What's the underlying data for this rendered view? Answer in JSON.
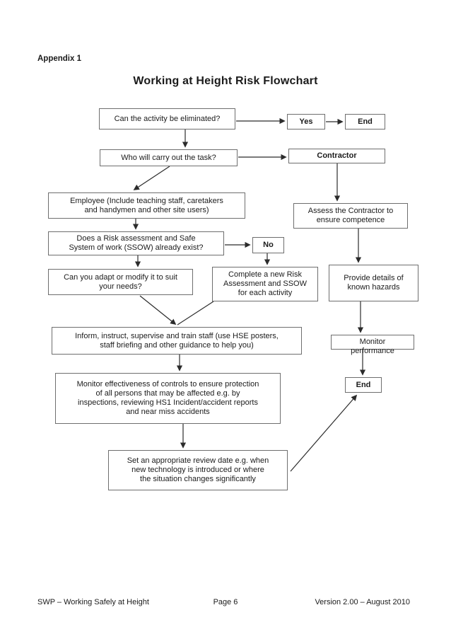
{
  "page": {
    "appendix_label": "Appendix 1",
    "title": "Working at Height Risk Flowchart"
  },
  "flowchart": {
    "nodes": {
      "eliminate": {
        "lines": [
          "Can the activity be eliminated?"
        ]
      },
      "yes": {
        "lines": [
          "Yes"
        ]
      },
      "end_top": {
        "lines": [
          "End"
        ]
      },
      "who": {
        "lines": [
          "Who will carry out the task?"
        ]
      },
      "contractor": {
        "lines": [
          "Contractor"
        ]
      },
      "employee": {
        "lines": [
          "Employee (Include teaching staff, caretakers",
          "and handymen and other site users)"
        ]
      },
      "assess": {
        "lines": [
          "Assess the Contractor to",
          "ensure competence"
        ]
      },
      "does_exist": {
        "lines": [
          "Does a Risk assessment and Safe",
          "System of work (SSOW) already exist?"
        ]
      },
      "no": {
        "lines": [
          "No"
        ]
      },
      "adapt": {
        "lines": [
          "Can you adapt or modify it to suit",
          "your needs?"
        ]
      },
      "complete": {
        "lines": [
          "Complete a new Risk",
          "Assessment and SSOW",
          "for each activity"
        ]
      },
      "provide": {
        "lines": [
          "Provide details of",
          "known hazards"
        ]
      },
      "inform": {
        "lines": [
          "Inform, instruct, supervise and train staff (use HSE posters,",
          "staff briefing and other guidance to help you)"
        ]
      },
      "monitor_performance": {
        "lines": [
          "Monitor",
          "performance"
        ]
      },
      "monitor_effectiveness": {
        "lines": [
          "Monitor effectiveness of controls to ensure protection",
          "of all persons that may be affected e.g. by",
          "inspections, reviewing HS1 Incident/accident reports",
          "and near miss accidents"
        ]
      },
      "end_bottom": {
        "lines": [
          "End"
        ]
      },
      "review": {
        "lines": [
          "Set an appropriate review date e.g. when",
          "new technology is introduced or where",
          "the situation changes significantly"
        ]
      }
    }
  },
  "footer": {
    "left": "SWP – Working Safely at Height",
    "center": "Page 6",
    "right": "Version 2.00 – August 2010"
  },
  "colors": {
    "box_border": "#6e6e6e",
    "connector_line": "#2b2b2b",
    "text": "#1b1b1b",
    "page_background": "#ffffff"
  }
}
